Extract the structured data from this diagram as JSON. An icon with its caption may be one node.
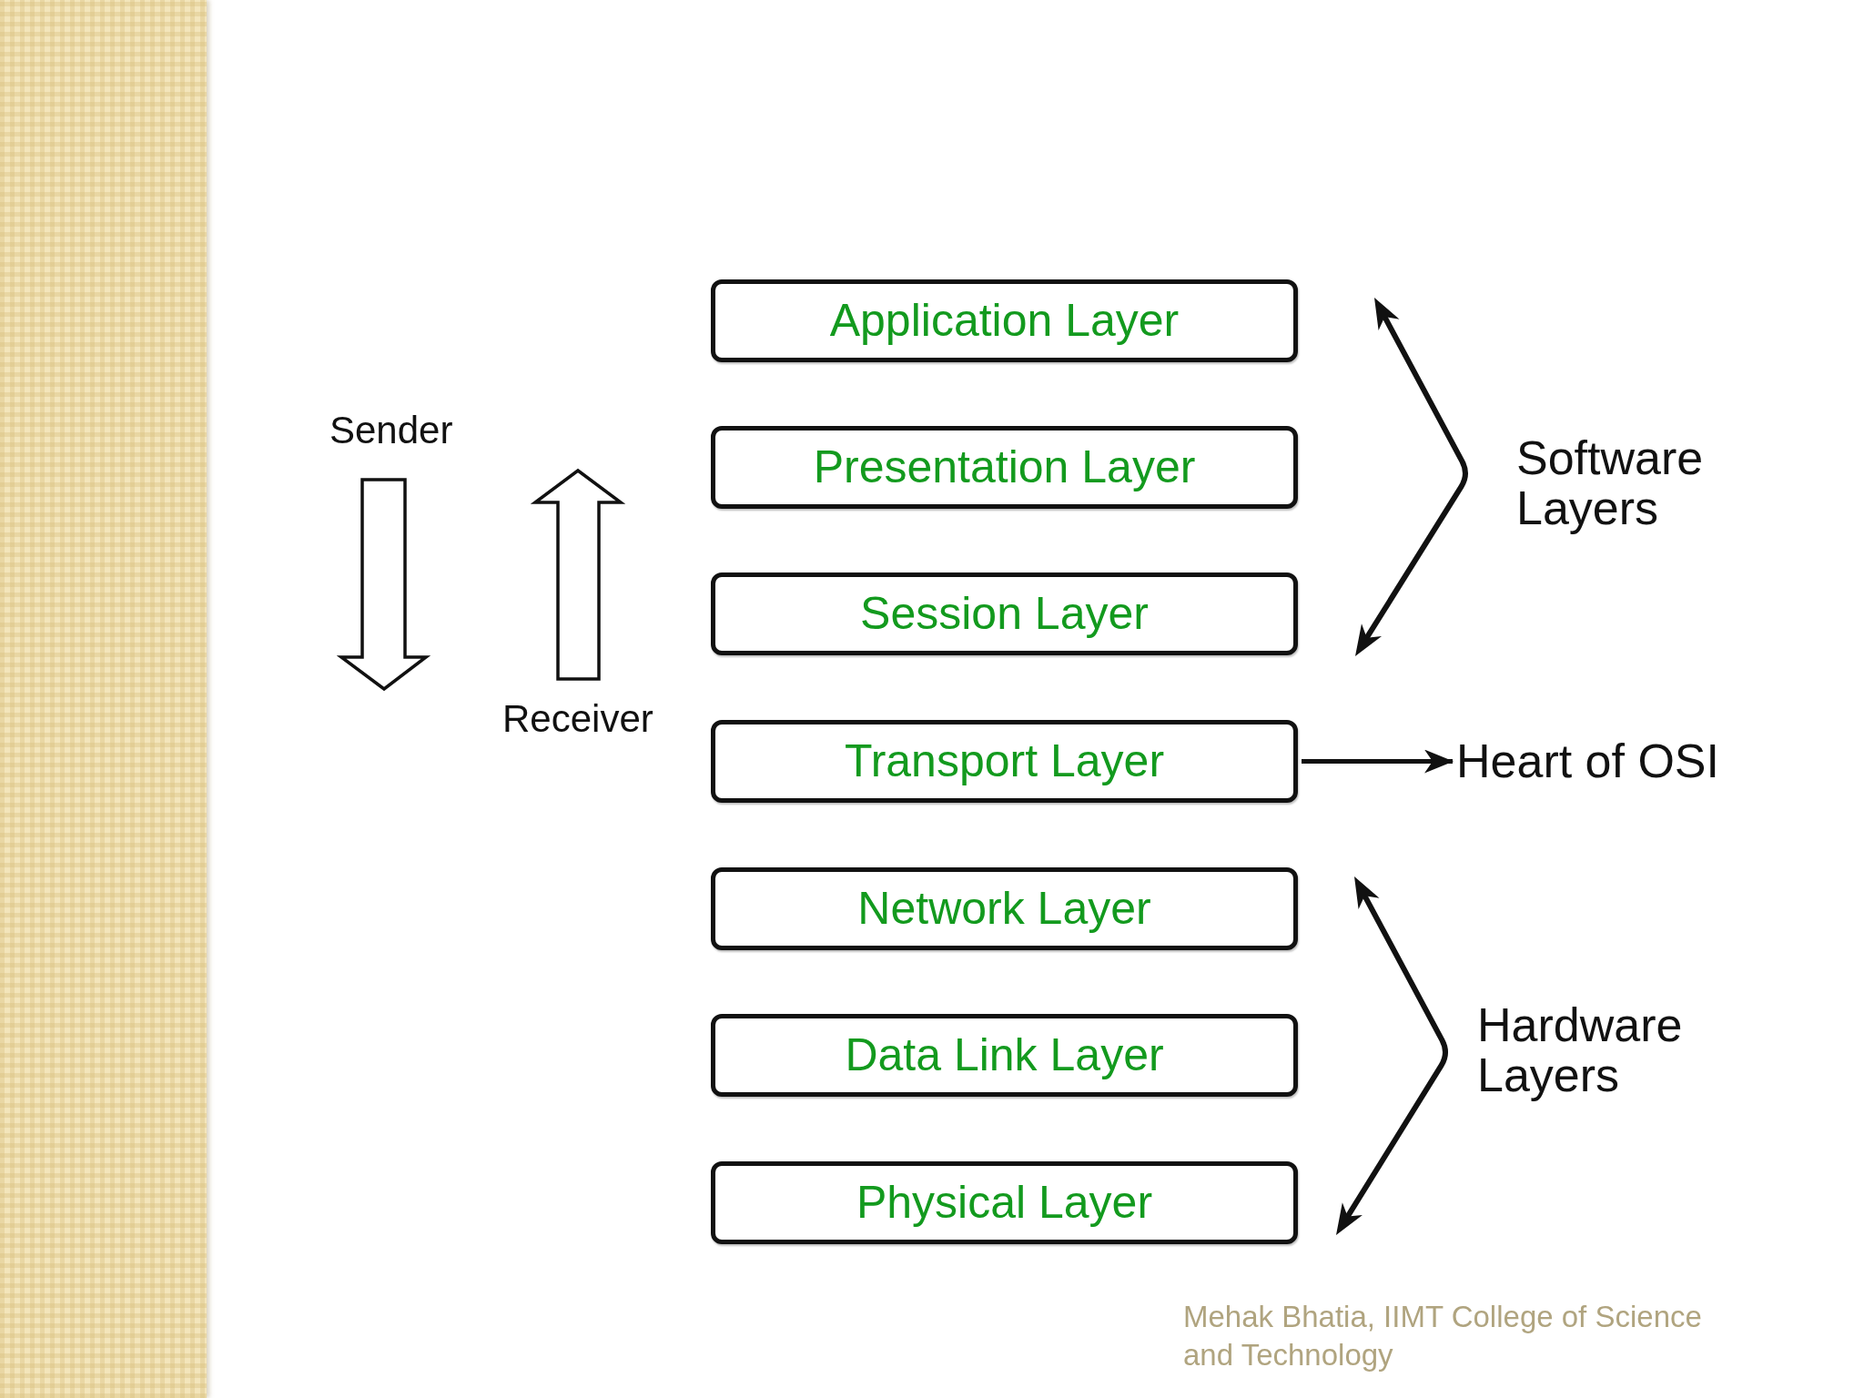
{
  "diagram": {
    "nodes": [
      {
        "text": [
          "Application Layer"
        ]
      },
      {
        "text": [
          "Presentation Layer"
        ]
      },
      {
        "text": [
          "Session Layer"
        ]
      },
      {
        "text": [
          "Transport Layer"
        ]
      },
      {
        "text": [
          "Network Layer"
        ]
      },
      {
        "text": [
          "Data Link Layer"
        ]
      },
      {
        "text": [
          "Physical Layer"
        ]
      },
      {
        "text": [
          "Heart of OSI"
        ]
      }
    ],
    "edges": [
      {
        "from": 3,
        "to": 7,
        "arrow": "to"
      }
    ],
    "labels": [
      "Sender",
      "Software Layers",
      "Receiver",
      "Hardware Layers",
      "Mehak Bhatia, IIMT College of Science and Technology"
    ]
  }
}
